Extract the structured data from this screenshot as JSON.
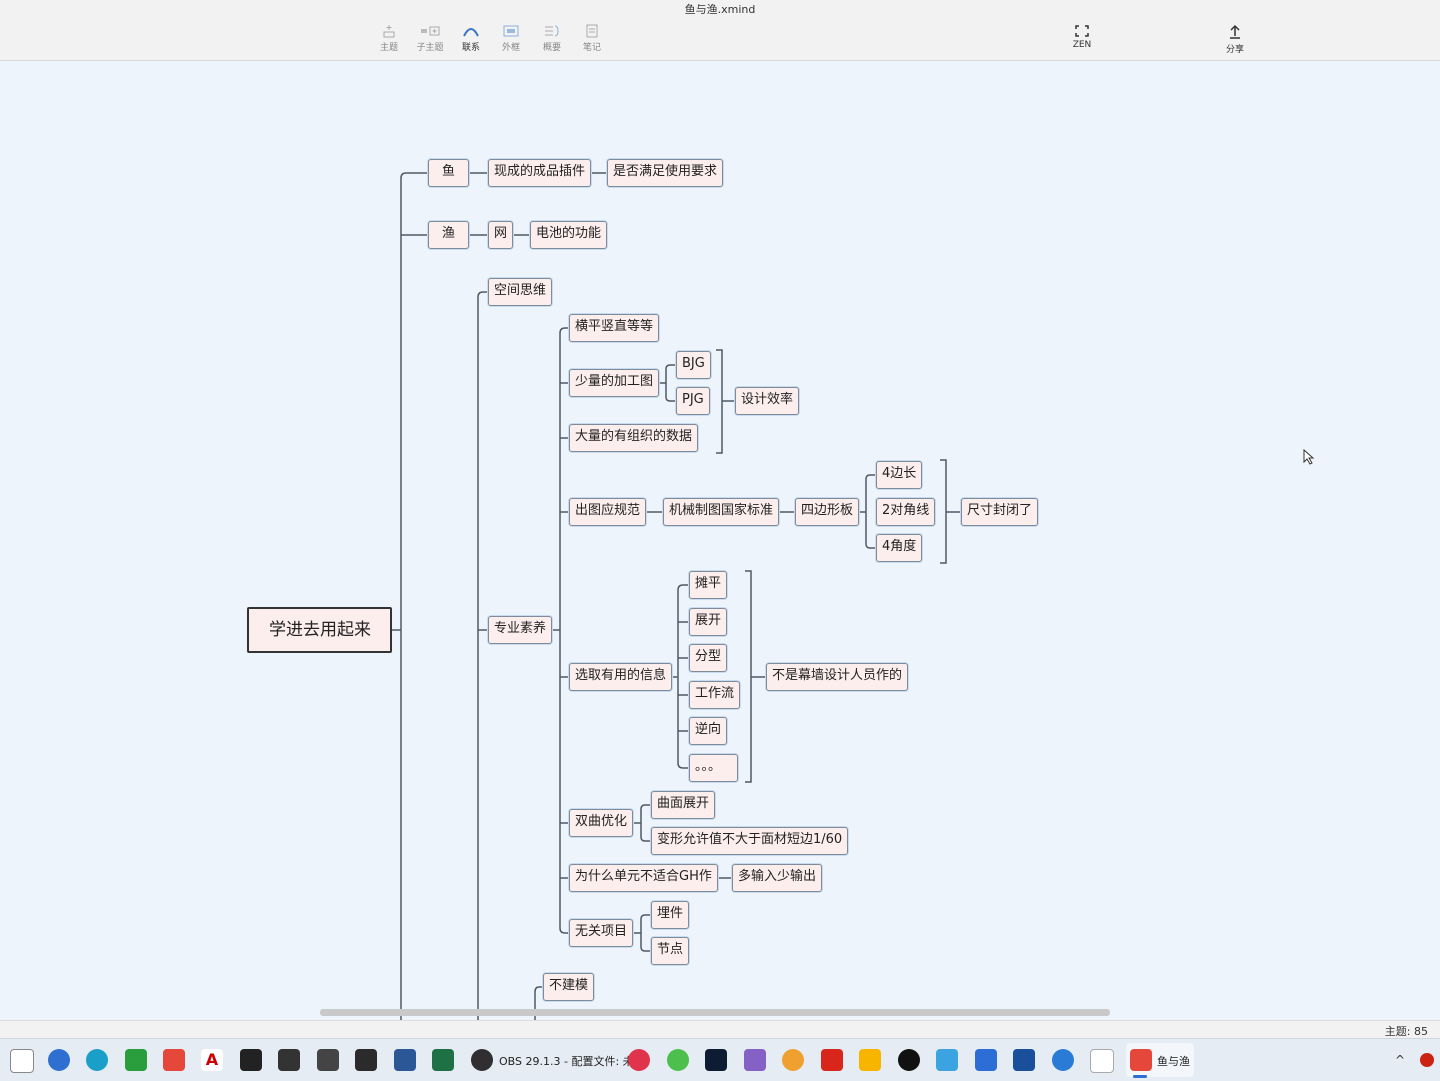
{
  "window": {
    "title": "鱼与渔.xmind"
  },
  "toolbar": {
    "topic": "主题",
    "subtopic": "子主题",
    "relationship": "联系",
    "boundary": "外框",
    "summary": "概要",
    "notes": "笔记",
    "zen": "ZEN",
    "share": "分享"
  },
  "mindmap": {
    "root": "学进去用起来",
    "fish": "鱼",
    "fish_child": "现成的成品插件",
    "fish_grandchild": "是否满足使用要求",
    "fishing": "渔",
    "net": "网",
    "net_child": "电池的功能",
    "spatial": "空间思维",
    "professional": "专业素养",
    "horizontal": "横平竖直等等",
    "few_drawings": "少量的加工图",
    "bjg": "BJG",
    "pjg": "PJG",
    "design_efficiency": "设计效率",
    "organized_data": "大量的有组织的数据",
    "drawing_standard": "出图应规范",
    "national_standard": "机械制图国家标准",
    "quad_plate": "四边形板",
    "four_sides": "4边长",
    "two_diagonals": "2对角线",
    "four_angles": "4角度",
    "dims_closed": "尺寸封闭了",
    "select_info": "选取有用的信息",
    "flatten": "摊平",
    "unfold": "展开",
    "classify": "分型",
    "workflow": "工作流",
    "reverse": "逆向",
    "ellipsis": "。。。",
    "not_curtain": "不是幕墙设计人员作的",
    "double_curve": "双曲优化",
    "surface_unfold": "曲面展开",
    "deform_tolerance": "变形允许值不大于面材短边1/60",
    "why_unit": "为什么单元不适合GH作",
    "more_in_less_out": "多输入少输出",
    "unrelated": "无关项目",
    "embedded": "埋件",
    "joint": "节点",
    "no_modeling": "不建模"
  },
  "status": {
    "topic_count": "主题: 85"
  },
  "taskbar": {
    "obs_label": "OBS 29.1.3 - 配置文件: 未",
    "xmind_label": "鱼与渔"
  }
}
